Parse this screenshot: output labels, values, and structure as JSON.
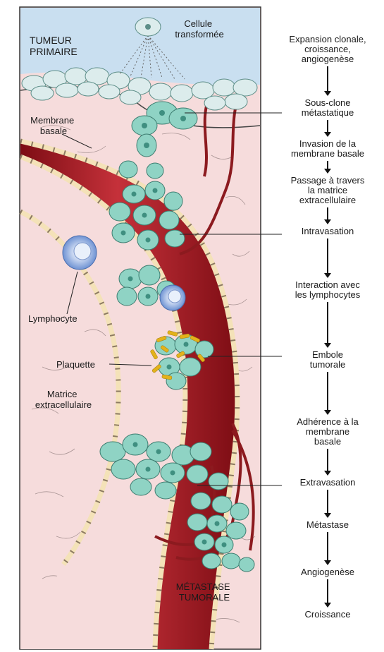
{
  "labels": {
    "tumeur_primaire": [
      "TUMEUR",
      "PRIMAIRE"
    ],
    "cellule_transformee": [
      "Cellule",
      "transformée"
    ],
    "membrane_basale": [
      "Membrane",
      "basale"
    ],
    "lymphocyte": "Lymphocyte",
    "plaquette": "Plaquette",
    "matrice": [
      "Matrice",
      "extracellulaire"
    ],
    "metastase_tumorale": [
      "MÉTASTASE",
      "TUMORALE"
    ]
  },
  "steps": [
    {
      "lines": [
        "Expansion clonale,",
        "croissance,",
        "angiogenèse"
      ]
    },
    {
      "lines": [
        "Sous-clone",
        "métastatique"
      ]
    },
    {
      "lines": [
        "Invasion de la",
        "membrane basale"
      ]
    },
    {
      "lines": [
        "Passage à travers",
        "la matrice",
        "extracellulaire"
      ]
    },
    {
      "lines": [
        "Intravasation"
      ]
    },
    {
      "lines": [
        "Interaction avec",
        "les lymphocytes"
      ]
    },
    {
      "lines": [
        "Embole",
        "tumorale"
      ]
    },
    {
      "lines": [
        "Adhérence à la",
        "membrane",
        "basale"
      ]
    },
    {
      "lines": [
        "Extravasation"
      ]
    },
    {
      "lines": [
        "Métastase"
      ]
    },
    {
      "lines": [
        "Angiogenèse"
      ]
    },
    {
      "lines": [
        "Croissance"
      ]
    }
  ],
  "colors": {
    "tumor_bg": "#c9dff0",
    "tissue": "#f6dcdc",
    "vessel": "#a3141e",
    "vessel_light": "#c93a3f",
    "endothelium": "#f4e2b8",
    "tumor_cell": "#8fd3c4",
    "tumor_nucleus": "#3f8f80",
    "lymphocyte": "#6f93d3",
    "platelet": "#e3b21b",
    "text": "#1a1a1a"
  }
}
